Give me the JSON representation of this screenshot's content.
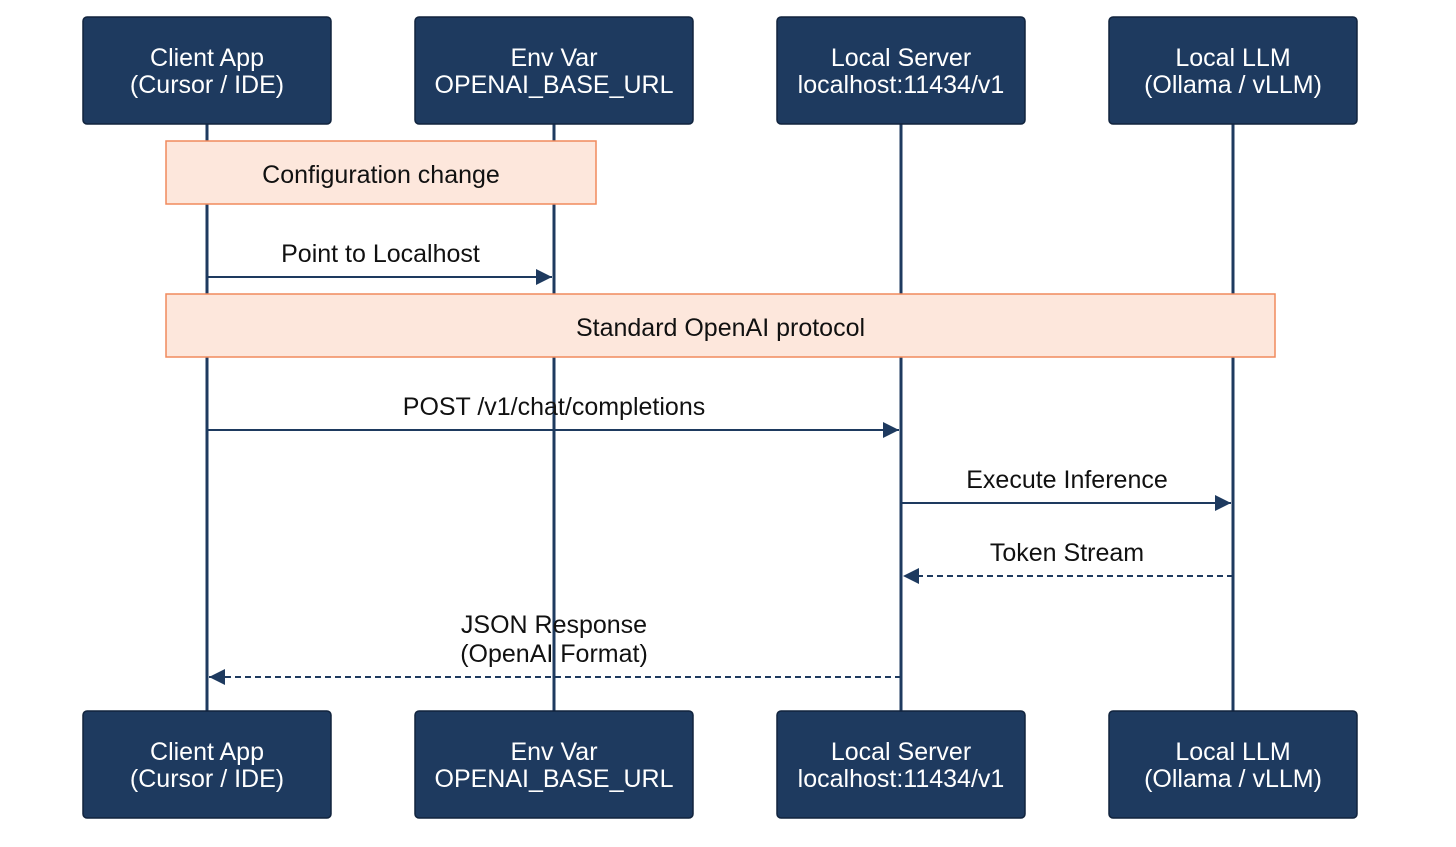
{
  "participants": [
    {
      "id": "client",
      "line1": "Client App",
      "line2": "(Cursor / IDE)"
    },
    {
      "id": "env",
      "line1": "Env Var",
      "line2": "OPENAI_BASE_URL"
    },
    {
      "id": "server",
      "line1": "Local Server",
      "line2": "localhost:11434/v1"
    },
    {
      "id": "llm",
      "line1": "Local LLM",
      "line2": "(Ollama / vLLM)"
    }
  ],
  "notes": [
    {
      "text": "Configuration change",
      "from": "client",
      "to": "env"
    },
    {
      "text": "Standard OpenAI protocol",
      "from": "client",
      "to": "llm"
    }
  ],
  "messages": [
    {
      "from": "client",
      "to": "env",
      "lines": [
        "Point to Localhost"
      ],
      "style": "solid"
    },
    {
      "from": "client",
      "to": "server",
      "lines": [
        "POST /v1/chat/completions"
      ],
      "style": "solid"
    },
    {
      "from": "server",
      "to": "llm",
      "lines": [
        "Execute Inference"
      ],
      "style": "solid"
    },
    {
      "from": "llm",
      "to": "server",
      "lines": [
        "Token Stream"
      ],
      "style": "dashed"
    },
    {
      "from": "server",
      "to": "client",
      "lines": [
        "JSON Response",
        "(OpenAI Format)"
      ],
      "style": "dashed"
    }
  ],
  "colors": {
    "actor_fill": "#1e3a5f",
    "note_fill": "#fde7dc",
    "note_border": "#f08a5d",
    "line": "#1e3a5f"
  }
}
